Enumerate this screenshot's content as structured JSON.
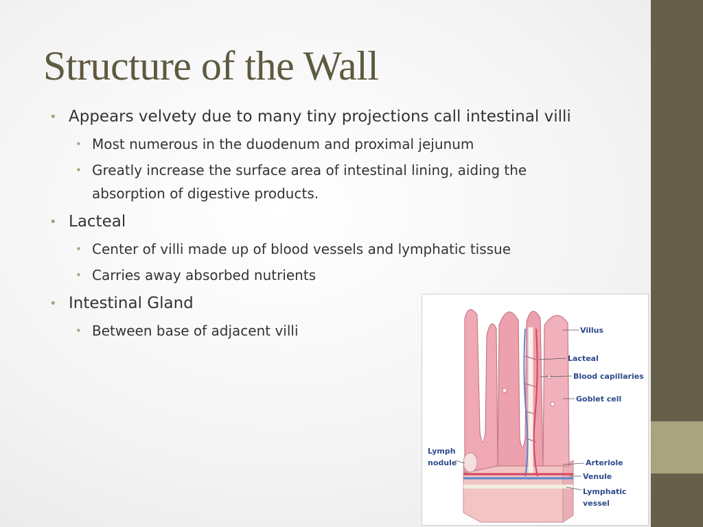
{
  "slide": {
    "title": "Structure of the Wall",
    "colors": {
      "side_band": "#665f4a",
      "accent": "#a7a47e",
      "title": "#5e5a41"
    }
  },
  "bullets": [
    {
      "text": "Appears velvety due to many tiny projections call intestinal villi",
      "sub": [
        "Most numerous in the duodenum and proximal jejunum",
        "Greatly increase the surface area of intestinal lining, aiding the absorption of digestive products."
      ]
    },
    {
      "text": "Lacteal",
      "sub": [
        "Center of villi made up of blood vessels and lymphatic tissue",
        "Carries away absorbed nutrients"
      ]
    },
    {
      "text": "Intestinal Gland",
      "sub": [
        "Between base of adjacent villi"
      ]
    }
  ],
  "figure": {
    "labels": {
      "villus": "Villus",
      "lacteal": "Lacteal",
      "blood_capillaries": "Blood capillaries",
      "goblet_cell": "Goblet cell",
      "lymph_nodule_line1": "Lymph",
      "lymph_nodule_line2": "nodule",
      "arteriole": "Arteriole",
      "venule": "Venule",
      "lymphatic_vessel_line1": "Lymphatic",
      "lymphatic_vessel_line2": "vessel"
    }
  }
}
